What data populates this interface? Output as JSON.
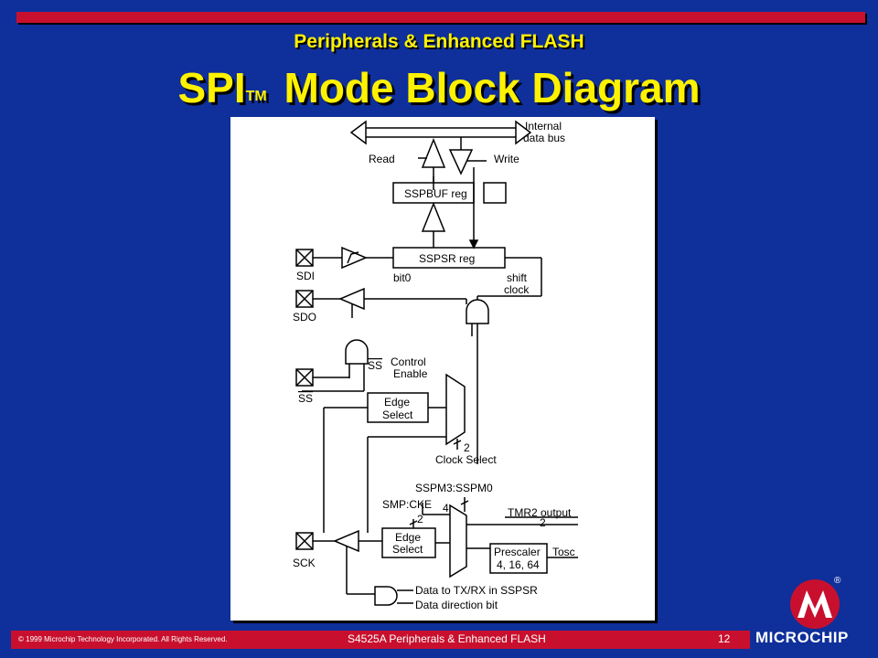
{
  "header": {
    "subtitle": "Peripherals & Enhanced FLASH",
    "title_main": "SPI",
    "title_tm": "TM",
    "title_rest": " Mode Block Diagram"
  },
  "diagram": {
    "labels": {
      "internal_data_bus_1": "Internal",
      "internal_data_bus_2": "data bus",
      "read": "Read",
      "write": "Write",
      "sspbuf": "SSPBUF reg",
      "sspsr": "SSPSR reg",
      "sdi": "SDI",
      "bit0": "bit0",
      "shift": "shift",
      "clock": "clock",
      "sdo": "SDO",
      "ss_pin": "SS",
      "ss_gate": "SS",
      "control": "Control",
      "enable": "Enable",
      "edge_select_1": "Edge",
      "edge_select_2": "Select",
      "clock_select_bits": "2",
      "clock_select": "Clock Select",
      "sspm": "SSPM3:SSPM0",
      "sspm_bits": "4",
      "smp_cke": "SMP:CKE",
      "smp_bits": "2",
      "tmr2": "TMR2 output",
      "tmr2_div": "2",
      "edge2_1": "Edge",
      "edge2_2": "Select",
      "prescaler_1": "Prescaler",
      "prescaler_2": "4, 16, 64",
      "tosc": "Tosc",
      "sck": "SCK",
      "data_tx_rx": "Data to TX/RX in SSPSR",
      "data_dir": "Data direction bit"
    }
  },
  "footer": {
    "copyright": "© 1999 Microchip Technology Incorporated. All Rights Reserved.",
    "center": "S4525A  Peripherals & Enhanced FLASH",
    "page": "12",
    "brand": "MICROCHIP",
    "registered": "®"
  },
  "colors": {
    "background": "#0f2f9a",
    "accent_red": "#c8102e",
    "title_yellow": "#fff200"
  }
}
